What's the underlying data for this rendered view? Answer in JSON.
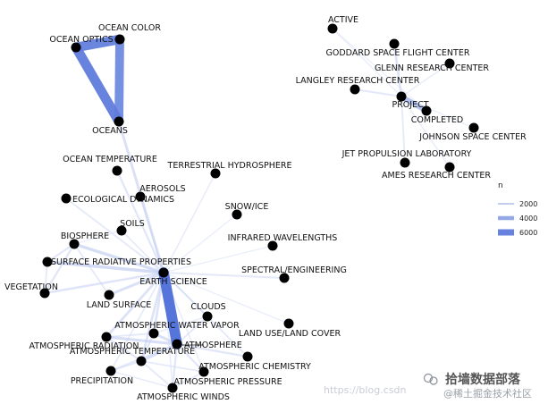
{
  "chart_data": {
    "type": "network",
    "nodes": [
      {
        "id": "OCEAN COLOR",
        "label": "OCEAN COLOR"
      },
      {
        "id": "OCEAN OPTICS",
        "label": "OCEAN OPTICS"
      },
      {
        "id": "OCEANS",
        "label": "OCEANS"
      },
      {
        "id": "OCEAN TEMPERATURE",
        "label": "OCEAN TEMPERATURE"
      },
      {
        "id": "TERRESTRIAL HYDROSPHERE",
        "label": "TERRESTRIAL HYDROSPHERE"
      },
      {
        "id": "AEROSOLS",
        "label": "AEROSOLS"
      },
      {
        "id": "ECOLOGICAL DYNAMICS",
        "label": "ECOLOGICAL DYNAMICS"
      },
      {
        "id": "SNOW/ICE",
        "label": "SNOW/ICE"
      },
      {
        "id": "SOILS",
        "label": "SOILS"
      },
      {
        "id": "BIOSPHERE",
        "label": "BIOSPHERE"
      },
      {
        "id": "INFRARED WAVELENGTHS",
        "label": "INFRARED WAVELENGTHS"
      },
      {
        "id": "SURFACE RADIATIVE PROPERTIES",
        "label": "SURFACE RADIATIVE PROPERTIES"
      },
      {
        "id": "SPECTRAL/ENGINEERING",
        "label": "SPECTRAL/ENGINEERING"
      },
      {
        "id": "EARTH SCIENCE",
        "label": "EARTH SCIENCE"
      },
      {
        "id": "VEGETATION",
        "label": "VEGETATION"
      },
      {
        "id": "LAND SURFACE",
        "label": "LAND SURFACE"
      },
      {
        "id": "CLOUDS",
        "label": "CLOUDS"
      },
      {
        "id": "ATMOSPHERIC WATER VAPOR",
        "label": "ATMOSPHERIC WATER VAPOR"
      },
      {
        "id": "LAND USE/LAND COVER",
        "label": "LAND USE/LAND COVER"
      },
      {
        "id": "ATMOSPHERIC RADIATION",
        "label": "ATMOSPHERIC RADIATION"
      },
      {
        "id": "ATMOSPHERE",
        "label": "ATMOSPHERE"
      },
      {
        "id": "ATMOSPHERIC TEMPERATURE",
        "label": "ATMOSPHERIC TEMPERATURE"
      },
      {
        "id": "ATMOSPHERIC CHEMISTRY",
        "label": "ATMOSPHERIC CHEMISTRY"
      },
      {
        "id": "PRECIPITATION",
        "label": "PRECIPITATION"
      },
      {
        "id": "ATMOSPHERIC PRESSURE",
        "label": "ATMOSPHERIC PRESSURE"
      },
      {
        "id": "ATMOSPHERIC WINDS",
        "label": "ATMOSPHERIC WINDS"
      },
      {
        "id": "ACTIVE",
        "label": "ACTIVE"
      },
      {
        "id": "GODDARD SPACE FLIGHT CENTER",
        "label": "GODDARD SPACE FLIGHT CENTER"
      },
      {
        "id": "GLENN RESEARCH CENTER",
        "label": "GLENN RESEARCH CENTER"
      },
      {
        "id": "LANGLEY RESEARCH CENTER",
        "label": "LANGLEY RESEARCH CENTER"
      },
      {
        "id": "PROJECT",
        "label": "PROJECT"
      },
      {
        "id": "COMPLETED",
        "label": "COMPLETED"
      },
      {
        "id": "JOHNSON SPACE CENTER",
        "label": "JOHNSON SPACE CENTER"
      },
      {
        "id": "JET PROPULSION LABORATORY",
        "label": "JET PROPULSION LABORATORY"
      },
      {
        "id": "AMES RESEARCH CENTER",
        "label": "AMES RESEARCH CENTER"
      }
    ],
    "edges": [
      {
        "source": "OCEAN COLOR",
        "target": "OCEAN OPTICS",
        "n": 6200
      },
      {
        "source": "OCEAN OPTICS",
        "target": "OCEANS",
        "n": 6300
      },
      {
        "source": "OCEAN COLOR",
        "target": "OCEANS",
        "n": 5800
      },
      {
        "source": "OCEANS",
        "target": "EARTH SCIENCE",
        "n": 1900
      },
      {
        "source": "OCEAN TEMPERATURE",
        "target": "EARTH SCIENCE",
        "n": 1500
      },
      {
        "source": "TERRESTRIAL HYDROSPHERE",
        "target": "EARTH SCIENCE",
        "n": 1100
      },
      {
        "source": "AEROSOLS",
        "target": "EARTH SCIENCE",
        "n": 1400
      },
      {
        "source": "ECOLOGICAL DYNAMICS",
        "target": "EARTH SCIENCE",
        "n": 1300
      },
      {
        "source": "SNOW/ICE",
        "target": "EARTH SCIENCE",
        "n": 1000
      },
      {
        "source": "SOILS",
        "target": "EARTH SCIENCE",
        "n": 1200
      },
      {
        "source": "BIOSPHERE",
        "target": "EARTH SCIENCE",
        "n": 2100
      },
      {
        "source": "INFRARED WAVELENGTHS",
        "target": "EARTH SCIENCE",
        "n": 1000
      },
      {
        "source": "SURFACE RADIATIVE PROPERTIES",
        "target": "EARTH SCIENCE",
        "n": 2200
      },
      {
        "source": "SPECTRAL/ENGINEERING",
        "target": "EARTH SCIENCE",
        "n": 1400
      },
      {
        "source": "VEGETATION",
        "target": "EARTH SCIENCE",
        "n": 1600
      },
      {
        "source": "LAND SURFACE",
        "target": "EARTH SCIENCE",
        "n": 1900
      },
      {
        "source": "CLOUDS",
        "target": "EARTH SCIENCE",
        "n": 1400
      },
      {
        "source": "ATMOSPHERIC WATER VAPOR",
        "target": "EARTH SCIENCE",
        "n": 1700
      },
      {
        "source": "LAND USE/LAND COVER",
        "target": "EARTH SCIENCE",
        "n": 1000
      },
      {
        "source": "ATMOSPHERIC RADIATION",
        "target": "EARTH SCIENCE",
        "n": 1800
      },
      {
        "source": "ATMOSPHERE",
        "target": "EARTH SCIENCE",
        "n": 6800
      },
      {
        "source": "ATMOSPHERIC TEMPERATURE",
        "target": "EARTH SCIENCE",
        "n": 1700
      },
      {
        "source": "ATMOSPHERIC CHEMISTRY",
        "target": "EARTH SCIENCE",
        "n": 1300
      },
      {
        "source": "PRECIPITATION",
        "target": "EARTH SCIENCE",
        "n": 1200
      },
      {
        "source": "ATMOSPHERIC PRESSURE",
        "target": "EARTH SCIENCE",
        "n": 1100
      },
      {
        "source": "ATMOSPHERIC WINDS",
        "target": "EARTH SCIENCE",
        "n": 1100
      },
      {
        "source": "BIOSPHERE",
        "target": "SURFACE RADIATIVE PROPERTIES",
        "n": 1500
      },
      {
        "source": "BIOSPHERE",
        "target": "VEGETATION",
        "n": 1500
      },
      {
        "source": "BIOSPHERE",
        "target": "LAND SURFACE",
        "n": 1300
      },
      {
        "source": "BIOSPHERE",
        "target": "SOILS",
        "n": 1000
      },
      {
        "source": "VEGETATION",
        "target": "SURFACE RADIATIVE PROPERTIES",
        "n": 1300
      },
      {
        "source": "ATMOSPHERE",
        "target": "ATMOSPHERIC RADIATION",
        "n": 2000
      },
      {
        "source": "ATMOSPHERE",
        "target": "ATMOSPHERIC TEMPERATURE",
        "n": 1900
      },
      {
        "source": "ATMOSPHERE",
        "target": "ATMOSPHERIC WATER VAPOR",
        "n": 1900
      },
      {
        "source": "ATMOSPHERE",
        "target": "ATMOSPHERIC CHEMISTRY",
        "n": 1500
      },
      {
        "source": "ATMOSPHERE",
        "target": "ATMOSPHERIC PRESSURE",
        "n": 1500
      },
      {
        "source": "ATMOSPHERE",
        "target": "ATMOSPHERIC WINDS",
        "n": 1500
      },
      {
        "source": "ATMOSPHERE",
        "target": "PRECIPITATION",
        "n": 1400
      },
      {
        "source": "ATMOSPHERE",
        "target": "CLOUDS",
        "n": 1300
      },
      {
        "source": "ATMOSPHERIC TEMPERATURE",
        "target": "ATMOSPHERIC RADIATION",
        "n": 1500
      },
      {
        "source": "ATMOSPHERIC TEMPERATURE",
        "target": "ATMOSPHERIC WATER VAPOR",
        "n": 1500
      },
      {
        "source": "ATMOSPHERIC TEMPERATURE",
        "target": "PRECIPITATION",
        "n": 1300
      },
      {
        "source": "ATMOSPHERIC TEMPERATURE",
        "target": "ATMOSPHERIC WINDS",
        "n": 1300
      },
      {
        "source": "ATMOSPHERIC TEMPERATURE",
        "target": "ATMOSPHERIC PRESSURE",
        "n": 1300
      },
      {
        "source": "ATMOSPHERIC RADIATION",
        "target": "ATMOSPHERIC WATER VAPOR",
        "n": 1300
      },
      {
        "source": "ATMOSPHERIC WINDS",
        "target": "ATMOSPHERIC PRESSURE",
        "n": 1200
      },
      {
        "source": "PRECIPITATION",
        "target": "ATMOSPHERIC WINDS",
        "n": 1100
      },
      {
        "source": "ATMOSPHERIC WATER VAPOR",
        "target": "CLOUDS",
        "n": 1100
      },
      {
        "source": "ACTIVE",
        "target": "PROJECT",
        "n": 1000
      },
      {
        "source": "GODDARD SPACE FLIGHT CENTER",
        "target": "PROJECT",
        "n": 1700
      },
      {
        "source": "GLENN RESEARCH CENTER",
        "target": "PROJECT",
        "n": 1100
      },
      {
        "source": "LANGLEY RESEARCH CENTER",
        "target": "PROJECT",
        "n": 1400
      },
      {
        "source": "PROJECT",
        "target": "COMPLETED",
        "n": 3500
      },
      {
        "source": "JOHNSON SPACE CENTER",
        "target": "PROJECT",
        "n": 1000
      },
      {
        "source": "JET PROPULSION LABORATORY",
        "target": "PROJECT",
        "n": 1300
      },
      {
        "source": "AMES RESEARCH CENTER",
        "target": "PROJECT",
        "n": 1100
      },
      {
        "source": "ACTIVE",
        "target": "COMPLETED",
        "n": 900
      }
    ],
    "legend": {
      "title": "n",
      "entries": [
        2000,
        4000,
        6000
      ],
      "placement": "right"
    },
    "colors": {
      "edge_low": "#dde4f7",
      "edge_high": "#4f6fd9",
      "node": "#000000"
    }
  },
  "watermark": {
    "text_main": "拾墙数据部落",
    "text_sub": "@稀土掘金技术社区",
    "text_url": "https://blog.csdn"
  }
}
